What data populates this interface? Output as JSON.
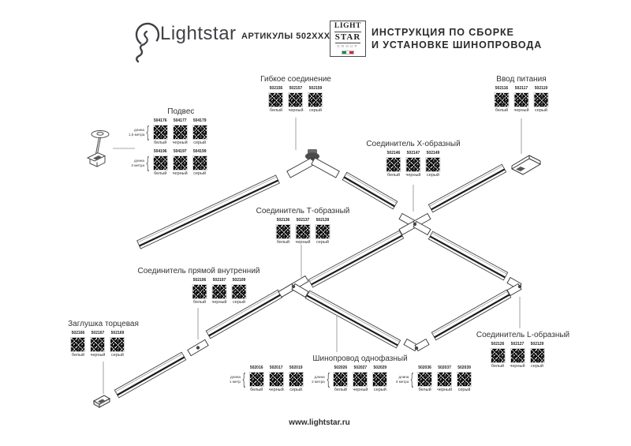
{
  "header": {
    "brand": "Lightstar",
    "articles": "АРТИКУЛЫ 502XXX",
    "logo_box": {
      "line1": "LIGHT",
      "line2": "STAR",
      "line3": "GROUP"
    },
    "title_line1": "ИНСТРУКЦИЯ ПО СБОРКЕ",
    "title_line2": "И УСТАНОВКЕ ШИНОПРОВОДА"
  },
  "chars": {
    "brace": "{"
  },
  "colors": {
    "text": "#333333",
    "line": "#444444",
    "flag_green": "#009246",
    "flag_white": "#ffffff",
    "flag_red": "#ce2b37"
  },
  "groups": {
    "flex_connection": {
      "title": "Гибкое соединение",
      "items": [
        {
          "code": "502156",
          "color": "белый"
        },
        {
          "code": "502157",
          "color": "черный"
        },
        {
          "code": "502159",
          "color": "серый"
        }
      ]
    },
    "suspension": {
      "title": "Подвес",
      "rows": [
        {
          "len1": "длина",
          "len2": "1,5 метра",
          "items": [
            {
              "code": "504176",
              "color": "белый"
            },
            {
              "code": "504177",
              "color": "черный"
            },
            {
              "code": "504179",
              "color": "серый"
            }
          ]
        },
        {
          "len1": "длина",
          "len2": "3 метра",
          "items": [
            {
              "code": "504196",
              "color": "белый"
            },
            {
              "code": "504197",
              "color": "черный"
            },
            {
              "code": "504199",
              "color": "серый"
            }
          ]
        }
      ]
    },
    "power_input": {
      "title": "Ввод питания",
      "items": [
        {
          "code": "502116",
          "color": "белый"
        },
        {
          "code": "502117",
          "color": "черный"
        },
        {
          "code": "502119",
          "color": "серый"
        }
      ]
    },
    "x_connector": {
      "title": "Соединитель Х-образный",
      "items": [
        {
          "code": "502146",
          "color": "белый"
        },
        {
          "code": "502147",
          "color": "черный"
        },
        {
          "code": "502149",
          "color": "серый"
        }
      ]
    },
    "t_connector": {
      "title": "Соединитель Т-образный",
      "items": [
        {
          "code": "502136",
          "color": "белый"
        },
        {
          "code": "502137",
          "color": "черный"
        },
        {
          "code": "502139",
          "color": "серый"
        }
      ]
    },
    "straight_connector": {
      "title": "Соединитель прямой внутренний",
      "items": [
        {
          "code": "502106",
          "color": "белый"
        },
        {
          "code": "502107",
          "color": "черный"
        },
        {
          "code": "502109",
          "color": "серый"
        }
      ]
    },
    "end_cap": {
      "title": "Заглушка торцевая",
      "items": [
        {
          "code": "502166",
          "color": "белый"
        },
        {
          "code": "502167",
          "color": "черный"
        },
        {
          "code": "502169",
          "color": "серый"
        }
      ]
    },
    "l_connector": {
      "title": "Соединитель L-образный",
      "items": [
        {
          "code": "502126",
          "color": "белый"
        },
        {
          "code": "502127",
          "color": "черный"
        },
        {
          "code": "502129",
          "color": "серый"
        }
      ]
    },
    "track": {
      "title": "Шинопровод однофазный",
      "subgroups": [
        {
          "len1": "длина",
          "len2": "1 метр",
          "items": [
            {
              "code": "502016",
              "color": "белый"
            },
            {
              "code": "502017",
              "color": "черный"
            },
            {
              "code": "502019",
              "color": "серый"
            }
          ]
        },
        {
          "len1": "длина",
          "len2": "2 метра",
          "items": [
            {
              "code": "502026",
              "color": "белый"
            },
            {
              "code": "502027",
              "color": "черный"
            },
            {
              "code": "502029",
              "color": "серый"
            }
          ]
        },
        {
          "len1": "длина",
          "len2": "3 метра",
          "items": [
            {
              "code": "502036",
              "color": "белый"
            },
            {
              "code": "502037",
              "color": "черный"
            },
            {
              "code": "502039",
              "color": "серый"
            }
          ]
        }
      ]
    }
  },
  "footer": {
    "website": "www.lightstar.ru"
  }
}
